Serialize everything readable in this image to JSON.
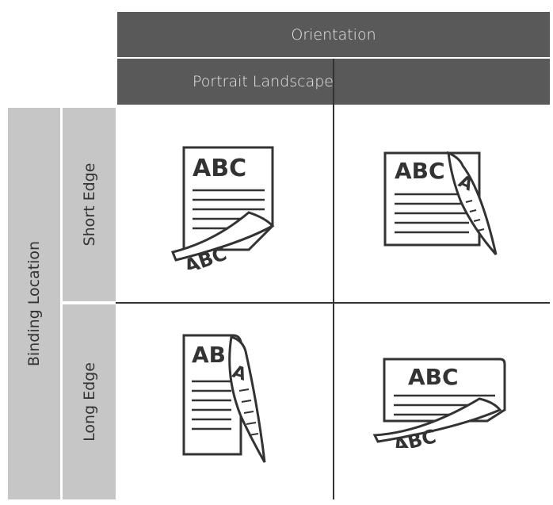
{
  "header": {
    "orientation": "Orientation",
    "orientation_options": "Portrait Landscape"
  },
  "rows": {
    "binding_location": "Binding Location",
    "short_edge": "Short Edge",
    "long_edge": "Long Edge"
  },
  "page_text": {
    "main": "ABC",
    "portrait_long_main": "AB",
    "landscape_short_main": "ABC",
    "flap_abc": "ABC",
    "flap_a": "A"
  }
}
